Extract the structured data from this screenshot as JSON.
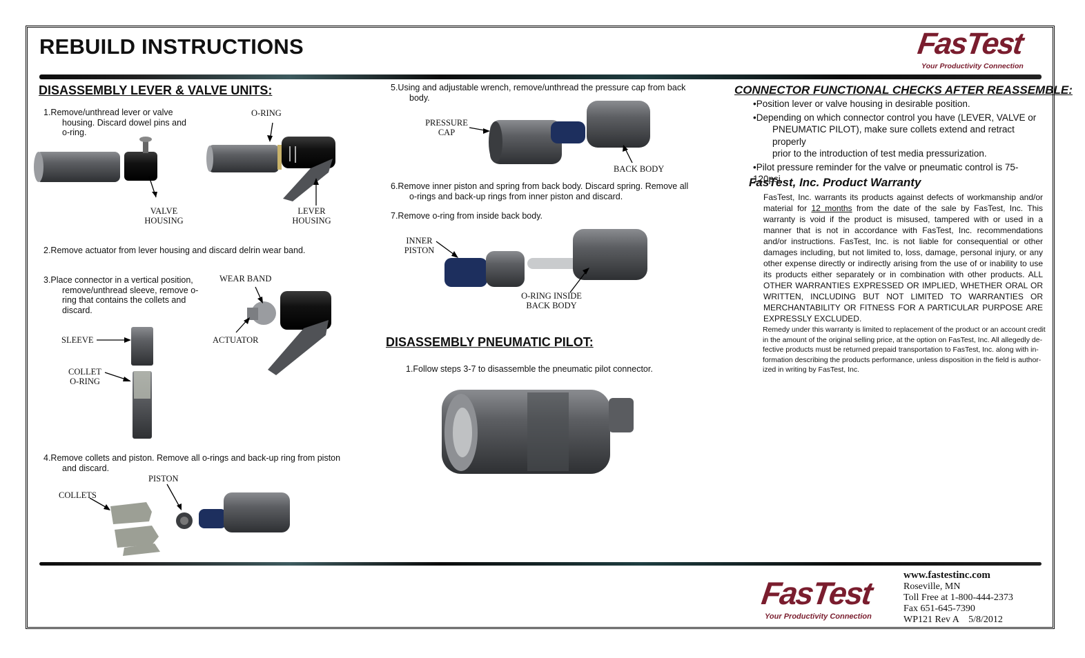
{
  "title": "REBUILD INSTRUCTIONS",
  "logo": {
    "name": "FasTest",
    "tagline": "Your Productivity Connection"
  },
  "col1": {
    "heading": "DISASSEMBLY LEVER & VALVE UNITS:",
    "step1_line1": "1.Remove/unthread lever or valve",
    "step1_line2": "housing. Discard dowel pins and",
    "step1_line3": "o-ring.",
    "oring": "O-RING",
    "valve1": "VALVE",
    "valve2": "HOUSING",
    "lever1": "LEVER",
    "lever2": "HOUSING",
    "step2": "2.Remove actuator from lever housing and discard delrin wear band.",
    "step3_line1": "3.Place connector in a vertical position,",
    "step3_line2": "remove/unthread sleeve, remove o-",
    "step3_line3": "ring that contains the collets and",
    "step3_line4": "discard.",
    "wearband": "WEAR BAND",
    "actuator": "ACTUATOR",
    "sleeve": "SLEEVE",
    "collet1": "COLLET",
    "collet2": "O-RING",
    "step4_line1": "4.Remove collets and piston. Remove all o-rings and back-up ring from piston",
    "step4_line2": "and discard.",
    "piston": "PISTON",
    "collets": "COLLETS"
  },
  "col2": {
    "step5_line1": "5.Using and adjustable wrench, remove/unthread the pressure cap from back",
    "step5_line2": "body.",
    "pcap1": "PRESSURE",
    "pcap2": "CAP",
    "backbody": "BACK BODY",
    "step6_line1": "6.Remove inner piston and spring from back body. Discard spring. Remove all",
    "step6_line2": "o-rings and back-up rings from inner piston and discard.",
    "step7": "7.Remove o-ring from inside back body.",
    "inner1": "INNER",
    "inner2": "PISTON",
    "oinside1": "O-RING INSIDE",
    "oinside2": "BACK BODY",
    "heading": "DISASSEMBLY PNEUMATIC PILOT:",
    "pilot_step": "1.Follow steps 3-7 to disassemble the pneumatic pilot connector."
  },
  "col3": {
    "heading": "CONNECTOR FUNCTIONAL CHECKS AFTER REASSEMBLE:",
    "check1": "•Position lever or valve housing in desirable position.",
    "check2_line1": "•Depending on which connector control you have (LEVER, VALVE or",
    "check2_line2": "PNEUMATIC PILOT), make sure collets extend and retract properly",
    "check2_line3": "prior to the introduction of test media pressurization.",
    "check3": "•Pilot pressure reminder for the valve or pneumatic control is 75-120psi.",
    "warranty_heading": "FasTest, Inc. Product Warranty",
    "warranty_pre": "FasTest, Inc. warrants its products against defects of workmanship and/or material for ",
    "warranty_term": "12 months",
    "warranty_post": " from the date of the sale by FasTest, Inc.  This warranty is void if the product is misused, tampered with or used in a manner that is not in accordance with FasTest, Inc. recommendations and/or instructions. FasTest, Inc. is not liable for consequential or other damages including, but not limited to, loss, damage, personal injury, or any other expense directly or indirectly arising from the use of or inability to use its products either separately or in combination with other products. ALL OTHER WARRANTIES EXPRESSED OR IMPLIED, WHETHER ORAL OR WRITTEN, INCLUDING BUT NOT LIMITED TO WARRANTIES OR MERCHANTABILITY OR FITNESS FOR A PARTICULAR PURPOSE ARE EXPRESSLY EXCLUDED.",
    "remedy_line1": "Remedy under this warranty is limited to replacement of the product or an account credit",
    "remedy_line2": "in the amount of the original selling price, at the option on FasTest, Inc.  All allegedly de-",
    "remedy_line3": "fective products must be returned prepaid transportation to FasTest, Inc. along with in-",
    "remedy_line4": "formation describing the products performance, unless disposition in the field is author-",
    "remedy_line5": "ized in writing by FasTest, Inc."
  },
  "footer": {
    "website": "www.fastestinc.com",
    "city": "Roseville, MN",
    "tollfree": "Toll Free at 1-800-444-2373",
    "fax": "Fax 651-645-7390",
    "docid": "WP121 Rev A    5/8/2012"
  },
  "colors": {
    "brand": "#7a1d2e",
    "part": "#56585c",
    "part_dark": "#1a1a1a"
  }
}
